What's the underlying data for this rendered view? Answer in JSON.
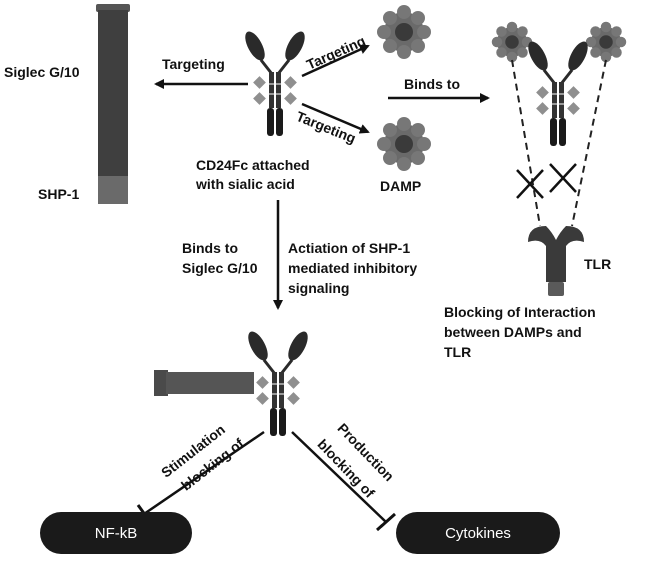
{
  "labels": {
    "siglec": "Siglec G/10",
    "shp1": "SHP-1",
    "targeting_left": "Targeting",
    "targeting_upper": "Targeting",
    "targeting_lower": "Targeting",
    "binds_to": "Binds to",
    "cd24_line1": "CD24Fc attached",
    "cd24_line2": "with  sialic acid",
    "damp": "DAMP",
    "binds_siglec_line1": "Binds to",
    "binds_siglec_line2": "Siglec G/10",
    "activation_line1": "Actiation of SHP-1",
    "activation_line2": "mediated inhibitory",
    "activation_line3": "signaling",
    "tlr": "TLR",
    "blocking_line1": "Blocking of Interaction",
    "blocking_line2": "between DAMPs and",
    "blocking_line3": "TLR",
    "stim_line1": "Stimulation",
    "stim_line2": "blocking of",
    "prod_line1": "Production",
    "prod_line2": "blocking of"
  },
  "outcomes": {
    "nfkb": "NF-kB",
    "cytokines": "Cytokines"
  },
  "colors": {
    "dark": "#1a1a1a",
    "receptor": "#3f3f3f",
    "shp_box": "#666666",
    "diamond": "#8f8f8f",
    "damp": "#5a5a5a"
  }
}
